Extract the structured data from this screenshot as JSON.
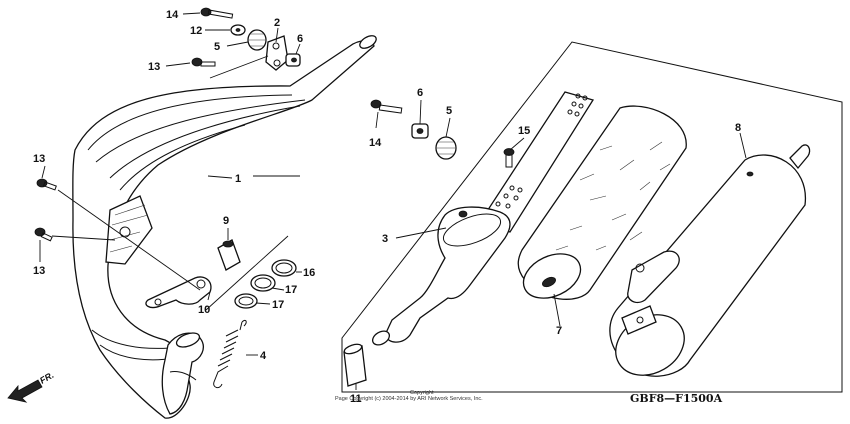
{
  "diagram_code": "GBF8—F1500A",
  "copyright_line1": "Copyright",
  "copyright_line2": "Page Copyright (c) 2004-2014 by ARI Network Services, Inc.",
  "direction_label": "FR.",
  "callouts": {
    "c1": "1",
    "c2": "2",
    "c3": "3",
    "c4": "4",
    "c5a": "5",
    "c5b": "5",
    "c6a": "6",
    "c6b": "6",
    "c7": "7",
    "c8": "8",
    "c9": "9",
    "c10": "10",
    "c11": "11",
    "c12": "12",
    "c13a": "13",
    "c13b": "13",
    "c13c": "13",
    "c14a": "14",
    "c14b": "14",
    "c15": "15",
    "c16": "16",
    "c17a": "17",
    "c17b": "17"
  }
}
